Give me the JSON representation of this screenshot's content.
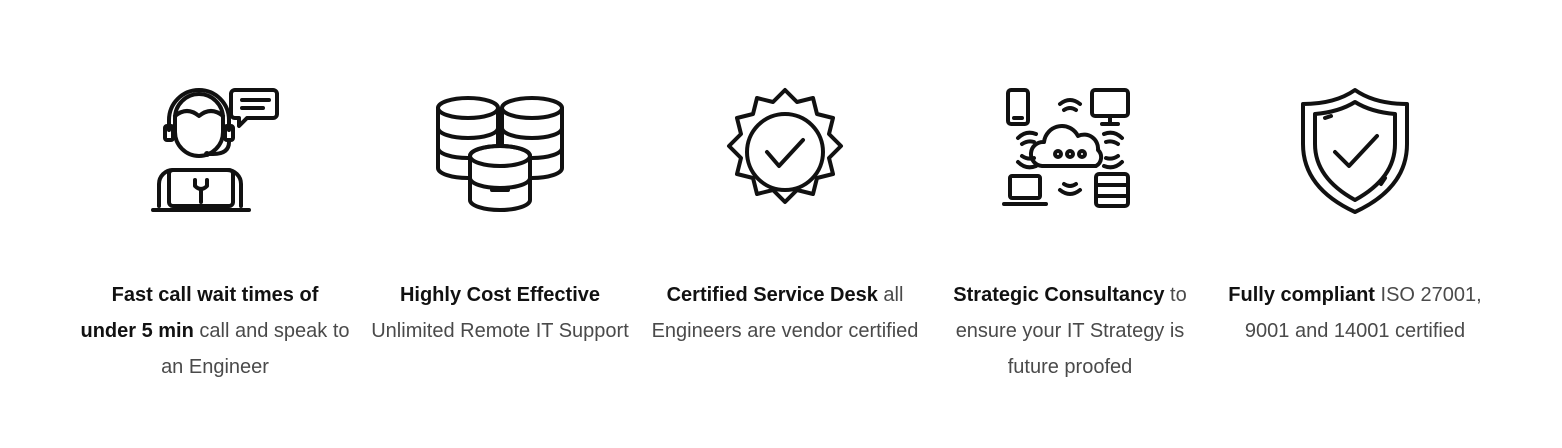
{
  "features": [
    {
      "icon": "support-agent-icon",
      "bold1": "Fast call wait times of",
      "bold2": "under 5 min",
      "rest": " call and speak to an Engineer"
    },
    {
      "icon": "database-coins-icon",
      "bold": "Highly Cost Effective",
      "rest": " Unlimited Remote IT Support"
    },
    {
      "icon": "certified-badge-icon",
      "bold": "Certified Service Desk",
      "rest": " all Engineers are vendor certified"
    },
    {
      "icon": "cloud-network-icon",
      "bold": "Strategic Consultancy",
      "rest": " to ensure your IT Strategy is future proofed"
    },
    {
      "icon": "shield-check-icon",
      "bold": "Fully compliant",
      "rest": " ISO 27001, 9001 and 14001 certified"
    }
  ]
}
